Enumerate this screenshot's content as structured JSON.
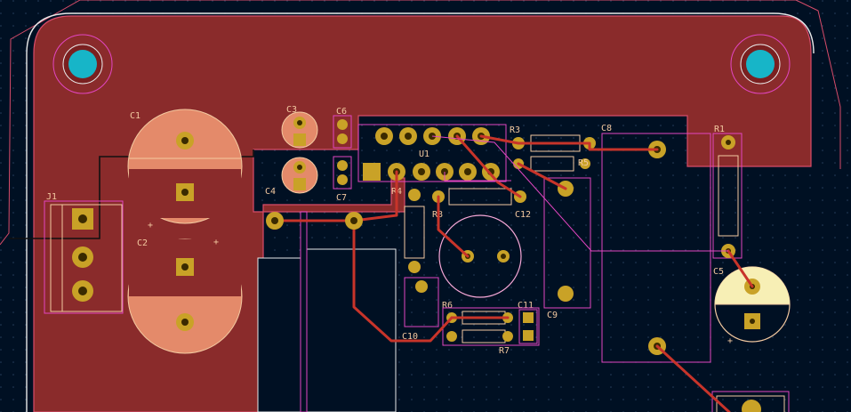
{
  "colors": {
    "background": "#001023",
    "grid": "#27405c",
    "copper_fill": "#8a2b2b",
    "copper_fill_edge": "#d84c6a",
    "silkscreen_pad_area": "#e48a6a",
    "trace": "#c8342a",
    "pad": "#c9a227",
    "pad_hole": "#3a2a00",
    "mounting_hole": "#17b5c8",
    "courtyard": "#e246c2",
    "outline": "#f2f2f2",
    "ref_text": "#f3c9a0",
    "cap_light": "#f7efb5"
  },
  "components": {
    "C1": "C1",
    "C2": "C2",
    "C3": "C3",
    "C4": "C4",
    "C5": "C5",
    "C6": "C6",
    "C7": "C7",
    "C8": "C8",
    "C9": "C9",
    "C10": "C10",
    "C11": "C11",
    "C12": "C12",
    "R1": "R1",
    "R3": "R3",
    "R4": "R4",
    "R5": "R5",
    "R6": "R6",
    "R7": "R7",
    "R8": "R8",
    "U1": "U1",
    "J1": "J1",
    "plus_c1": "+",
    "plus_c2": "+",
    "plus_c5": "+"
  }
}
